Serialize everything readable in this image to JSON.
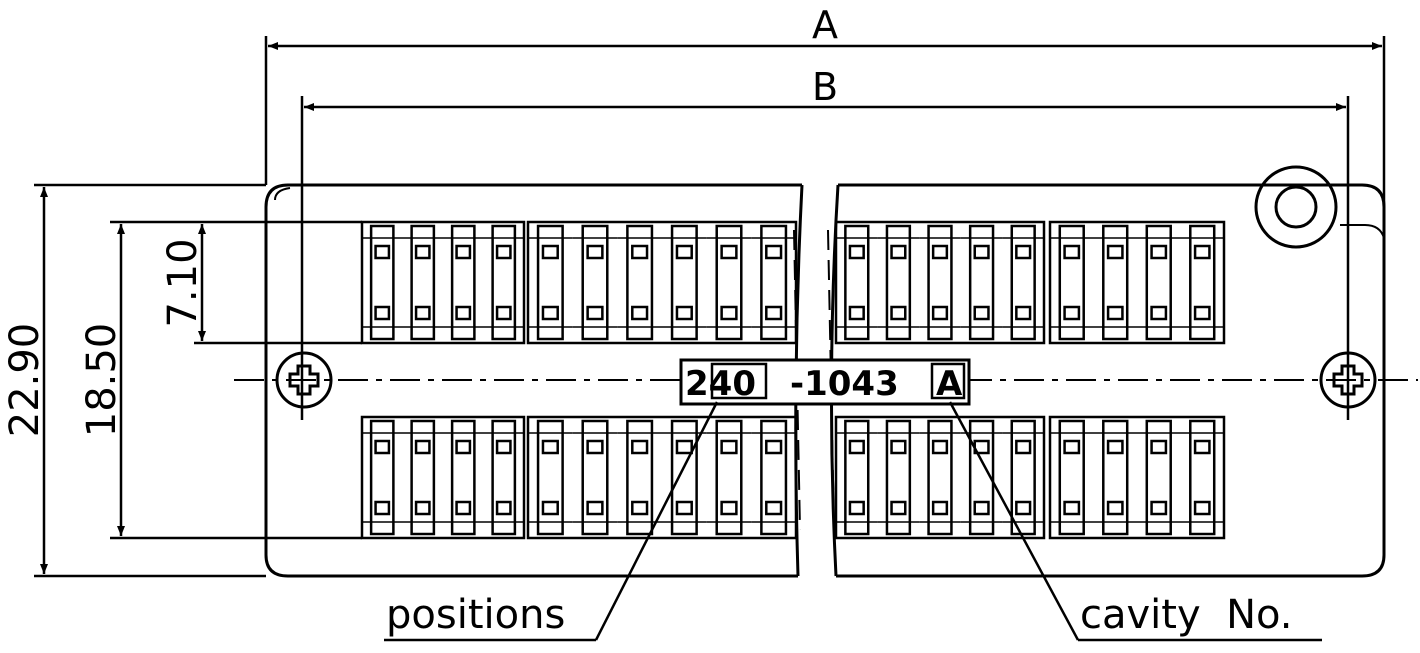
{
  "dimensions": {
    "overall_width": "A",
    "mounting_pitch": "B",
    "overall_height": "22.90",
    "contact_span": "18.50",
    "row_offset": "7.10"
  },
  "marking": {
    "positions_value": "240",
    "part_number": "-1043",
    "cavity_letter": "A"
  },
  "callouts": {
    "positions": "positions",
    "cavity": "cavity  No."
  }
}
